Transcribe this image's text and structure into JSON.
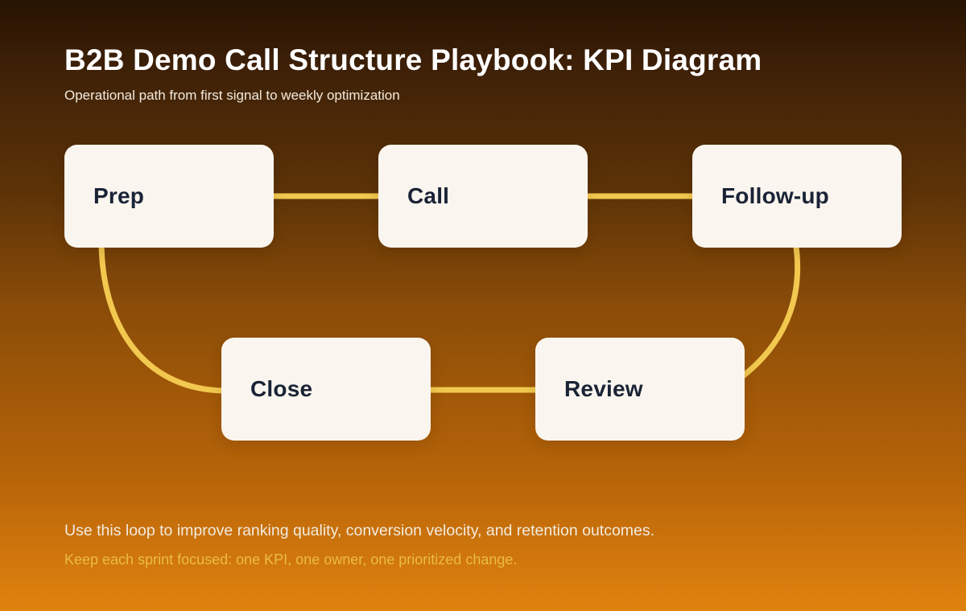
{
  "header": {
    "title": "B2B Demo Call Structure Playbook: KPI Diagram",
    "subtitle": "Operational path from first signal to weekly optimization"
  },
  "nodes": [
    {
      "id": "prep",
      "label": "Prep"
    },
    {
      "id": "call",
      "label": "Call"
    },
    {
      "id": "follow-up",
      "label": "Follow-up"
    },
    {
      "id": "close",
      "label": "Close"
    },
    {
      "id": "review",
      "label": "Review"
    }
  ],
  "edges": [
    {
      "from": "prep",
      "to": "call"
    },
    {
      "from": "call",
      "to": "follow-up"
    },
    {
      "from": "follow-up",
      "to": "review"
    },
    {
      "from": "review",
      "to": "close"
    },
    {
      "from": "close",
      "to": "prep"
    }
  ],
  "footer": {
    "line1": "Use this loop to improve ranking quality, conversion velocity, and retention outcomes.",
    "line2": "Keep each sprint focused: one KPI, one owner, one prioritized change."
  },
  "colors": {
    "connector": "#f2c84f",
    "node_bg": "#faf5ee",
    "node_text": "#1a2336",
    "bg_top": "#261302",
    "bg_bottom": "#e0820f",
    "footer_accent": "#eabc43",
    "text_primary": "#ffffff",
    "text_soft": "#f2ebdf"
  }
}
